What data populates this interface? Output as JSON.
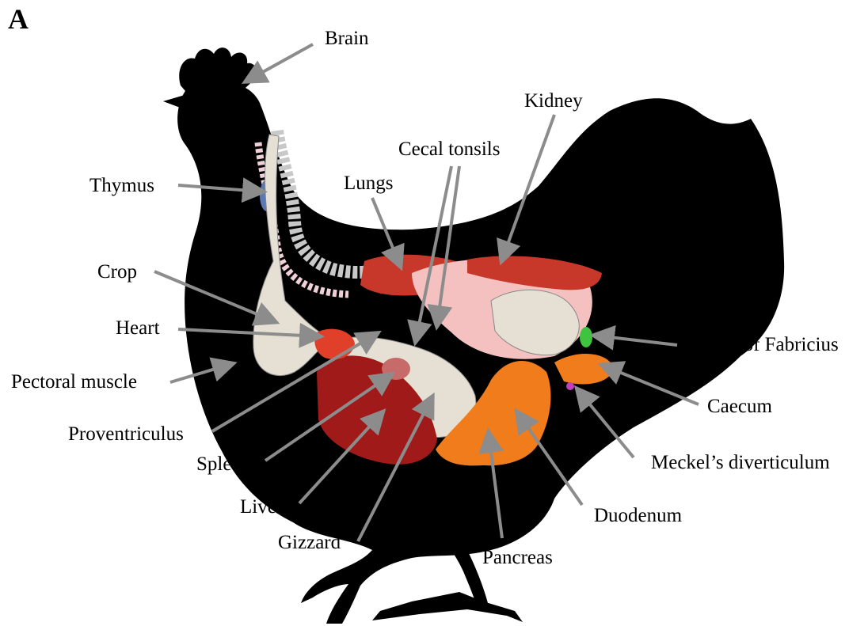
{
  "panel_letter": "A",
  "colors": {
    "silhouette": "#000000",
    "arrow": "#8c8c8c",
    "trachea": "#c8c8c8",
    "esophagus": "#f0d0d8",
    "thymus": "#5a78b4",
    "crop_gizzard": "#e6e0d4",
    "heart": "#e0402a",
    "liver": "#a01a1a",
    "lungs_kidney": "#c8382a",
    "air_sac": "#f4c0c0",
    "intestine": "#f07c1c",
    "bursa": "#3ec43e",
    "meckel": "#c040c0"
  },
  "labels": {
    "brain": "Brain",
    "kidney": "Kidney",
    "cecal_tonsils": "Cecal tonsils",
    "thymus": "Thymus",
    "lungs": "Lungs",
    "crop": "Crop",
    "heart": "Heart",
    "bursa": "Bursa of Fabricius",
    "pectoral": "Pectoral muscle",
    "caecum": "Caecum",
    "proventriculus": "Proventriculus",
    "meckel": "Meckel’s diverticulum",
    "spleen": "Spleen",
    "liver": "Liver",
    "duodenum": "Duodenum",
    "gizzard": "Gizzard",
    "pancreas": "Pancreas"
  }
}
